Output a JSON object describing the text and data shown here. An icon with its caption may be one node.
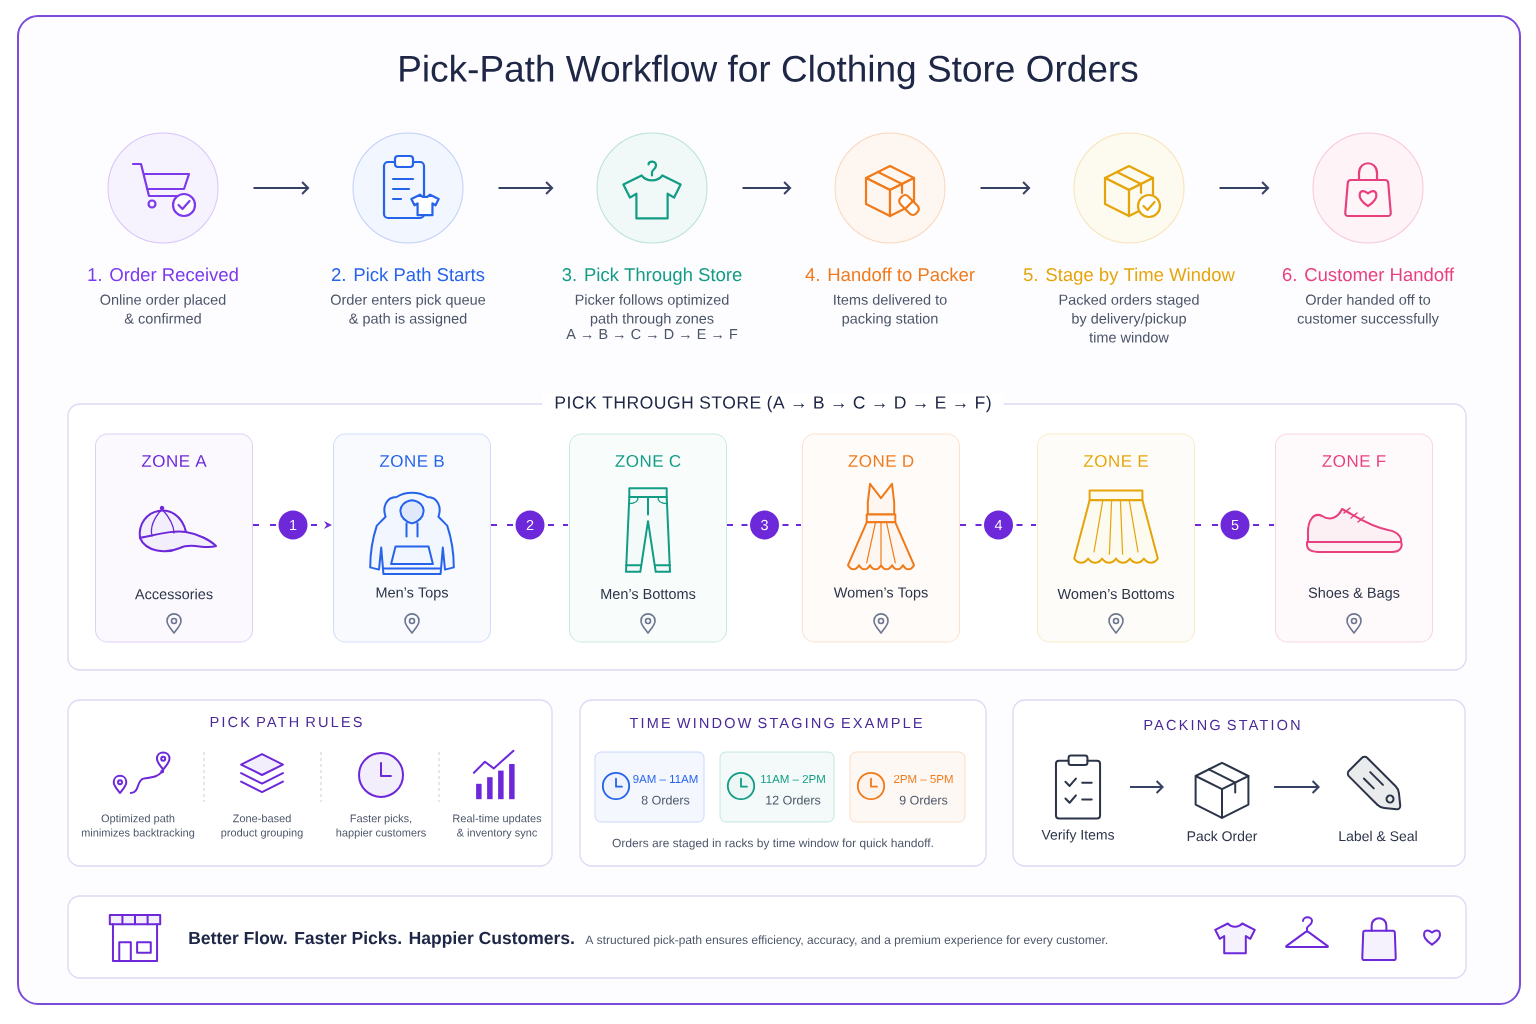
{
  "diagram": {
    "title": "Pick-Path Workflow for Clothing Store Orders",
    "nodes": [
      {
        "text": [
          "1. Order Received",
          "Online order placed & confirmed"
        ]
      },
      {
        "text": [
          "2. Pick Path Starts",
          "Order enters pick queue & path is assigned"
        ]
      },
      {
        "text": [
          "3. Pick Through Store",
          "Picker follows optimized path through zones",
          "A → B → C → D → E → F"
        ]
      },
      {
        "text": [
          "4. Handoff to Packer",
          "Items delivered to packing station"
        ]
      },
      {
        "text": [
          "5. Stage by Time Window",
          "Packed orders staged by delivery/pickup time window"
        ]
      },
      {
        "text": [
          "6. Customer Handoff",
          "Order handed off to customer successfully"
        ]
      },
      {
        "text": [
          "PICK THROUGH STORE (A → B → C → D → E → F)"
        ]
      },
      {
        "text": [
          "ZONE A",
          "Accessories"
        ],
        "in": 6
      },
      {
        "text": [
          "ZONE B",
          "Men’s Tops"
        ],
        "in": 6
      },
      {
        "text": [
          "ZONE C",
          "Men’s Bottoms"
        ],
        "in": 6
      },
      {
        "text": [
          "ZONE D",
          "Women’s Tops"
        ],
        "in": 6
      },
      {
        "text": [
          "ZONE E",
          "Women’s Bottoms"
        ],
        "in": 6
      },
      {
        "text": [
          "ZONE F",
          "Shoes & Bags"
        ],
        "in": 6
      },
      {
        "text": [
          "PICK PATH RULES",
          "Optimized path minimizes backtracking",
          "Zone-based product grouping",
          "Faster picks, happier customers",
          "Real-time updates & inventory sync"
        ]
      },
      {
        "text": [
          "TIME WINDOW STAGING EXAMPLE",
          "Orders are staged in racks by time window for quick handoff."
        ]
      },
      {
        "text": [
          "9AM – 11AM",
          "8 Orders"
        ],
        "in": 14
      },
      {
        "text": [
          "11AM – 2PM",
          "12 Orders"
        ],
        "in": 14
      },
      {
        "text": [
          "2PM – 5PM",
          "9 Orders"
        ],
        "in": 14
      },
      {
        "text": [
          "PACKING STATION"
        ]
      },
      {
        "text": [
          "Verify Items"
        ],
        "in": 18
      },
      {
        "text": [
          "Pack Order"
        ],
        "in": 18
      },
      {
        "text": [
          "Label & Seal"
        ],
        "in": 18
      },
      {
        "text": [
          "Better Flow. Faster Picks. Happier Customers.",
          "A structured pick-path ensures efficiency, accuracy, and a premium experience for every customer."
        ]
      }
    ],
    "edges": [
      {
        "from": 0,
        "to": 1,
        "arrow": "to"
      },
      {
        "from": 1,
        "to": 2,
        "arrow": "to"
      },
      {
        "from": 2,
        "to": 3,
        "arrow": "to"
      },
      {
        "from": 3,
        "to": 4,
        "arrow": "to"
      },
      {
        "from": 4,
        "to": 5,
        "arrow": "to"
      },
      {
        "from": 7,
        "to": 8,
        "arrow": "to",
        "label": "1",
        "style": "dashed",
        "color": "#6d28d9"
      },
      {
        "from": 8,
        "to": 9,
        "arrow": "none",
        "label": "2",
        "style": "dashed",
        "color": "#6d28d9"
      },
      {
        "from": 9,
        "to": 10,
        "arrow": "none",
        "label": "3",
        "style": "dashed",
        "color": "#6d28d9"
      },
      {
        "from": 10,
        "to": 11,
        "arrow": "none",
        "label": "4",
        "style": "dashed",
        "color": "#6d28d9"
      },
      {
        "from": 11,
        "to": 12,
        "arrow": "none",
        "label": "5",
        "style": "dashed",
        "color": "#6d28d9"
      },
      {
        "from": 19,
        "to": 20,
        "arrow": "to"
      },
      {
        "from": 20,
        "to": 21,
        "arrow": "to"
      }
    ]
  }
}
